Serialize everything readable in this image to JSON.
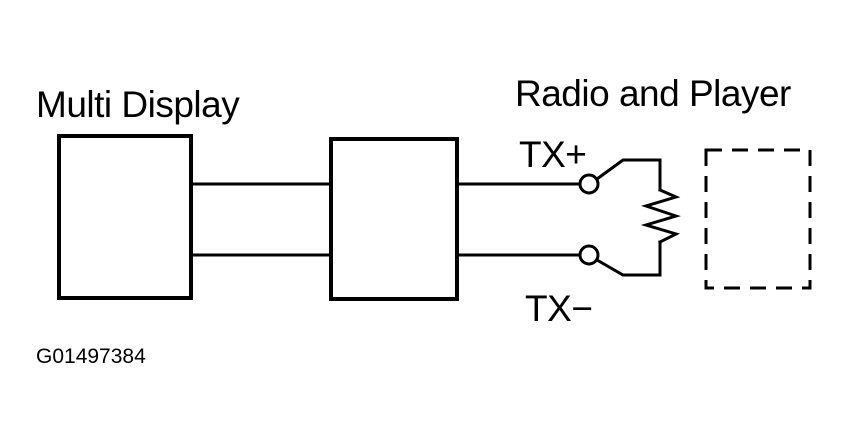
{
  "labels": {
    "multi_display": "Multi Display",
    "radio_and_player": "Radio and Player",
    "tx_plus": "TX+",
    "tx_minus": "TX−",
    "figure_code": "G01497384"
  },
  "colors": {
    "line": "#000000",
    "background": "#ffffff"
  }
}
